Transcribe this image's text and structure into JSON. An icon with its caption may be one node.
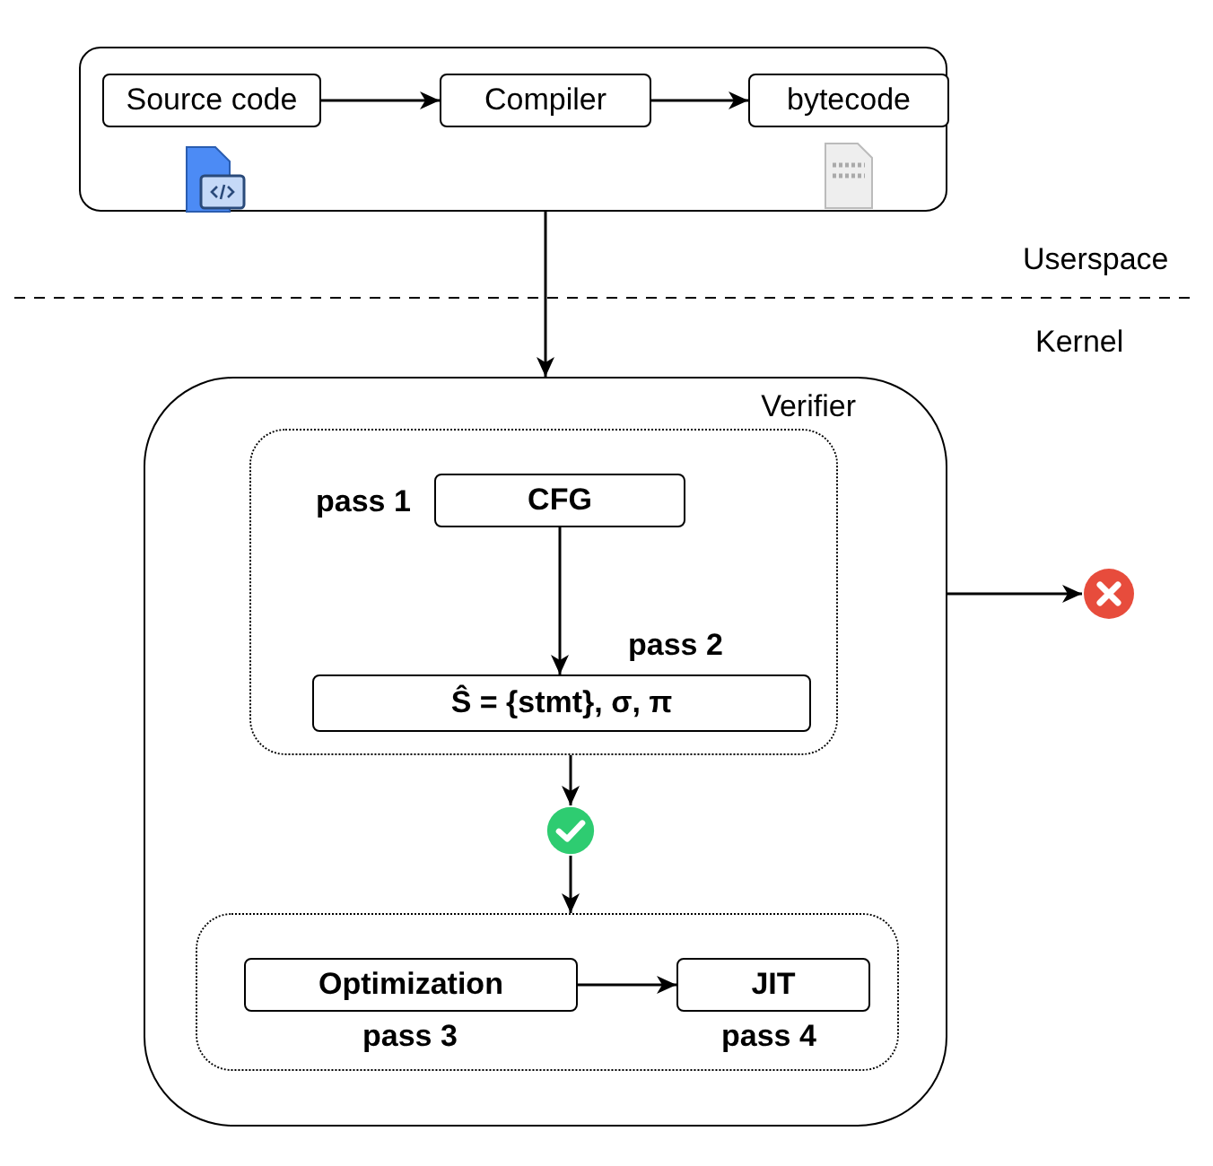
{
  "diagram": {
    "nodes": [
      {
        "text": [],
        "shape": "box"
      },
      {
        "text": [
          "Source code"
        ],
        "in": 0
      },
      {
        "text": [
          "Compiler"
        ],
        "in": 0
      },
      {
        "text": [
          "bytecode"
        ],
        "in": 0
      },
      {
        "text": [
          "Verifier"
        ]
      },
      {
        "text": [],
        "shape": "box",
        "in": 4
      },
      {
        "text": [
          "CFG"
        ],
        "in": 5,
        "beside": [
          "pass 1"
        ]
      },
      {
        "text": [
          "Ŝ = {stmt}, σ, π"
        ],
        "in": 5,
        "beside": [
          "pass 2"
        ]
      },
      {
        "text": [],
        "shape": "circle",
        "in": 4
      },
      {
        "text": [],
        "shape": "box",
        "in": 4
      },
      {
        "text": [
          "Optimization"
        ],
        "in": 9,
        "beside": [
          "pass 3"
        ]
      },
      {
        "text": [
          "JIT"
        ],
        "in": 9,
        "beside": [
          "pass 4"
        ]
      },
      {
        "text": [],
        "shape": "circle"
      }
    ],
    "edges": [
      {
        "from": 1,
        "to": 2,
        "arrow": "to"
      },
      {
        "from": 2,
        "to": 3,
        "arrow": "to"
      },
      {
        "from": 0,
        "to": 4,
        "arrow": "to"
      },
      {
        "from": 6,
        "to": 7,
        "arrow": "to"
      },
      {
        "from": 5,
        "to": 8,
        "arrow": "to"
      },
      {
        "from": 8,
        "to": 9,
        "arrow": "to"
      },
      {
        "from": 10,
        "to": 11,
        "arrow": "to"
      },
      {
        "from": 4,
        "to": 12,
        "arrow": "to"
      }
    ],
    "labels": [
      "Userspace",
      "Kernel"
    ]
  }
}
